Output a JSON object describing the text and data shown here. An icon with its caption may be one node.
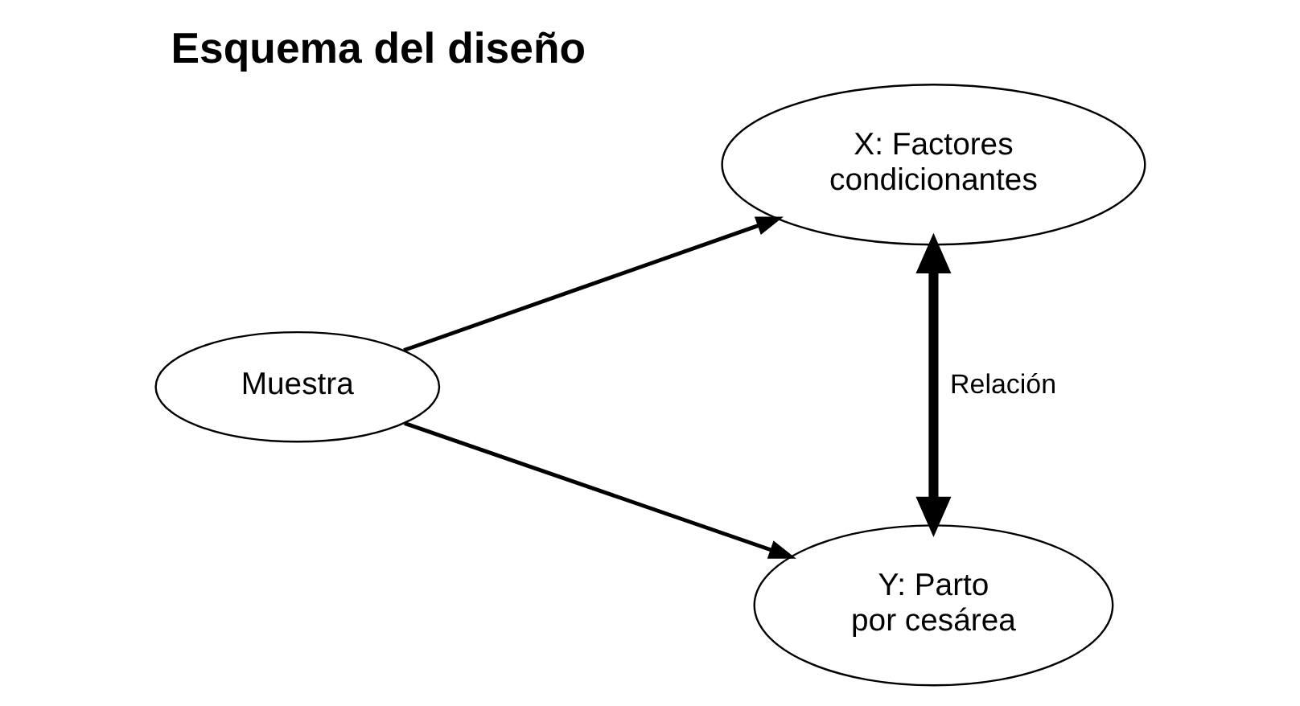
{
  "diagram": {
    "title": "Esquema del diseño",
    "nodes": [
      {
        "text": [
          "Muestra"
        ]
      },
      {
        "text": [
          "X: Factores condicionantes"
        ]
      },
      {
        "text": [
          "Y: Parto por cesárea"
        ]
      }
    ],
    "edges": [
      {
        "from": 0,
        "to": 1,
        "arrow": "to"
      },
      {
        "from": 0,
        "to": 2,
        "arrow": "to"
      },
      {
        "from": 1,
        "to": 2,
        "arrow": "both",
        "label": "Relación",
        "style": "thick"
      }
    ]
  }
}
